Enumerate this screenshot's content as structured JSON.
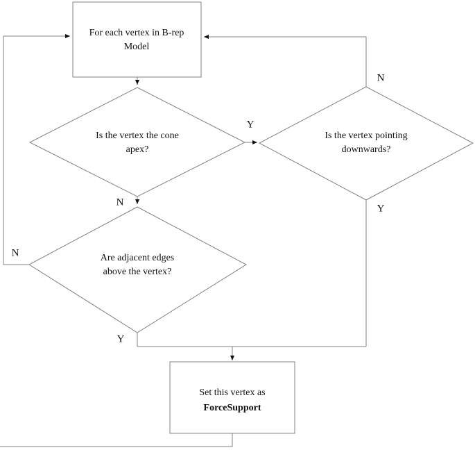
{
  "diagram": {
    "type": "flowchart",
    "title": "",
    "background_color": "#ffffff",
    "line_color": "#808080",
    "text_color": "#111111",
    "nodes": {
      "loop_header": {
        "shape": "process",
        "line1": "For each vertex in B-rep",
        "line2": "Model"
      },
      "decision_cone_apex": {
        "shape": "decision",
        "line1": "Is the vertex the cone",
        "line2": "apex?"
      },
      "decision_pointing_down": {
        "shape": "decision",
        "line1": "Is the vertex pointing",
        "line2": "downwards?"
      },
      "decision_adjacent_edges": {
        "shape": "decision",
        "line1": "Are adjacent edges",
        "line2": "above the vertex?"
      },
      "action_force_support": {
        "shape": "process",
        "line1": "Set this vertex as",
        "line2": "ForceSupport"
      }
    },
    "edge_labels": {
      "cone_apex_yes": "Y",
      "cone_apex_no": "N",
      "pointing_down_no": "N",
      "pointing_down_yes": "Y",
      "adjacent_edges_no": "N",
      "adjacent_edges_yes": "Y"
    }
  }
}
